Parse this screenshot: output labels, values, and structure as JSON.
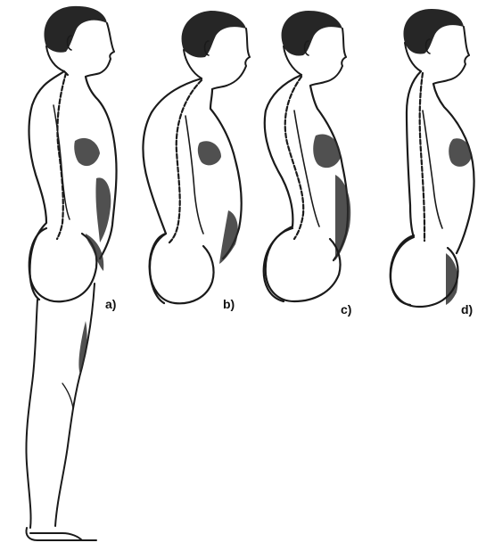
{
  "figure": {
    "panels": [
      {
        "id": "a",
        "label": "a)",
        "posture": "full-figure"
      },
      {
        "id": "b",
        "label": "b)",
        "posture": "torso"
      },
      {
        "id": "c",
        "label": "c)",
        "posture": "torso"
      },
      {
        "id": "d",
        "label": "d)",
        "posture": "torso"
      }
    ]
  }
}
